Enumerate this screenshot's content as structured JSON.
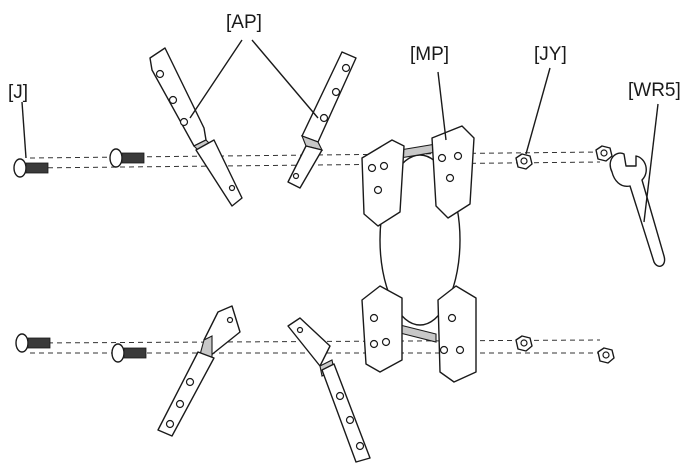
{
  "labels": {
    "ap": "[AP]",
    "mp": "[MP]",
    "jy": "[JY]",
    "j": "[J]",
    "wr5": "[WR5]"
  }
}
